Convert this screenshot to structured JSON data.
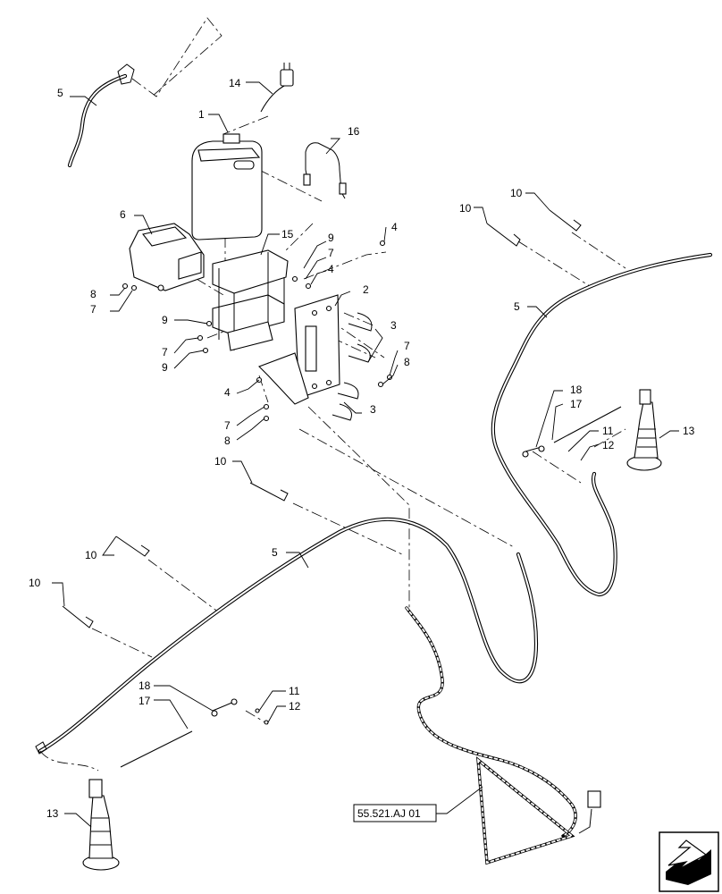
{
  "diagram": {
    "callouts": {
      "c1": "1",
      "c2": "2",
      "c3a": "3",
      "c3b": "3",
      "c4a": "4",
      "c4b": "4",
      "c4c": "4",
      "c5a": "5",
      "c5b": "5",
      "c5c": "5",
      "c6": "6",
      "c7a": "7",
      "c7b": "7",
      "c7c": "7",
      "c7d": "7",
      "c7e": "7",
      "c8a": "8",
      "c8b": "8",
      "c8c": "8",
      "c9a": "9",
      "c9b": "9",
      "c9c": "9",
      "c10a": "10",
      "c10b": "10",
      "c10c": "10",
      "c10d": "10",
      "c10e": "10",
      "c11a": "11",
      "c11b": "11",
      "c12a": "12",
      "c12b": "12",
      "c13a": "13",
      "c13b": "13",
      "c14": "14",
      "c15": "15",
      "c16": "16",
      "c17a": "17",
      "c17b": "17",
      "c18a": "18",
      "c18b": "18"
    },
    "reference_label": "55.521.AJ 01",
    "nav_icon": "arrow-navigation-icon"
  }
}
